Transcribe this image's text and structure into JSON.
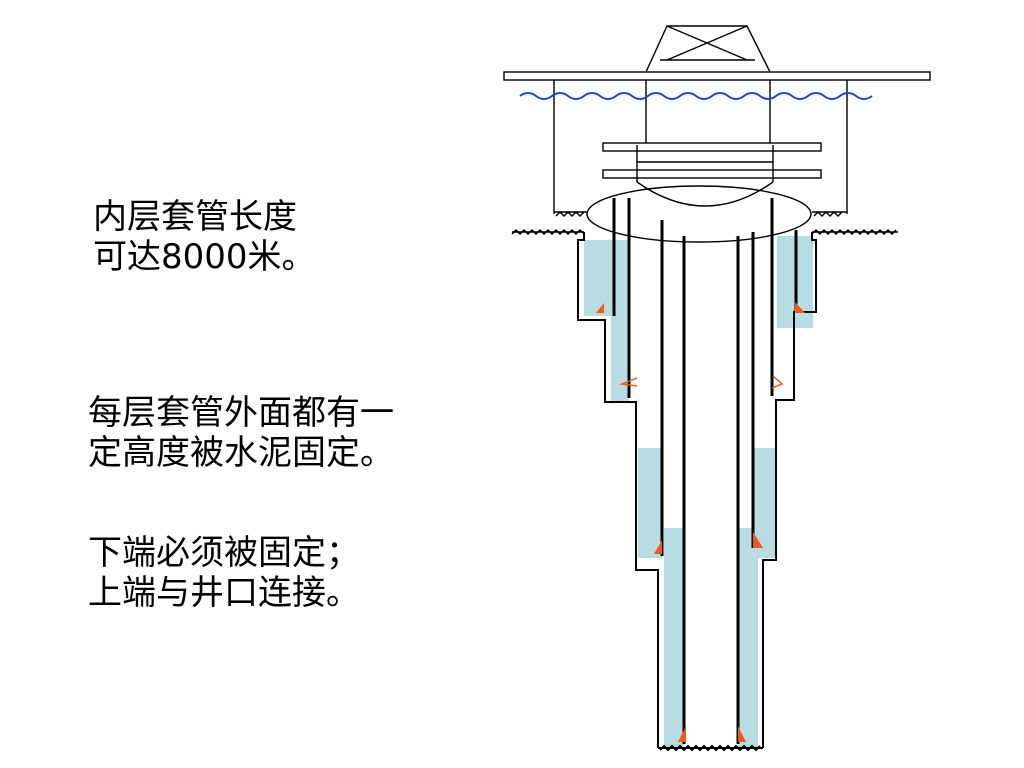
{
  "text": {
    "block1": {
      "line1": "内层套管长度",
      "line2": "可达8000米。"
    },
    "block2": {
      "line1": "每层套管外面都有一",
      "line2": "定高度被水泥固定。"
    },
    "block3": {
      "line1": "下端必须被固定；",
      "line2": "上端与井口连接。"
    }
  },
  "colors": {
    "cement": "#b7dde3",
    "marker": "#f05a14",
    "water": "#1f3fdc",
    "line": "#000000"
  }
}
